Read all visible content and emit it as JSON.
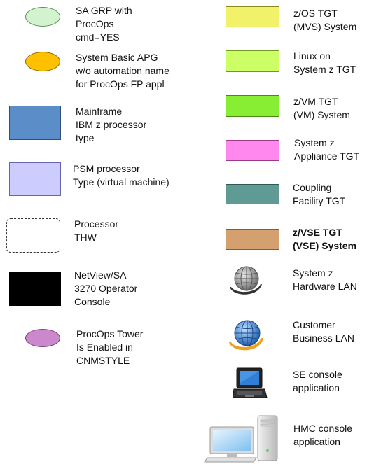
{
  "legend": {
    "left": [
      {
        "label": "SA GRP with\nProcOps\ncmd=YES",
        "shape": "ellipse",
        "fill": "#d3f3cf",
        "stroke": "#5b8e56"
      },
      {
        "label": "System Basic APG\nw/o automation name\nfor ProcOps FP appl",
        "shape": "ellipse",
        "fill": "#ffc000",
        "stroke": "#8a6a00"
      },
      {
        "label": "Mainframe\nIBM z processor\ntype",
        "shape": "rect",
        "fill": "#5b8ec9",
        "stroke": "#2e4f7a"
      },
      {
        "label": "PSM processor\nType (virtual  machine)",
        "shape": "rect",
        "fill": "#ccccff",
        "stroke": "#6666aa"
      },
      {
        "label": "Processor\nTHW",
        "shape": "dashed-rect",
        "fill": "#ffffff",
        "stroke": "#333333"
      },
      {
        "label": "NetView/SA\n3270 Operator\nConsole",
        "shape": "rect",
        "fill": "#000000",
        "stroke": "#000000"
      },
      {
        "label": "ProcOps Tower\nIs Enabled in\nCNMSTYLE",
        "shape": "ellipse",
        "fill": "#cc88cc",
        "stroke": "#7a3f7a"
      }
    ],
    "right": [
      {
        "label": "z/OS TGT\n(MVS) System",
        "shape": "rect",
        "fill": "#f2f26a",
        "stroke": "#8a8a20"
      },
      {
        "label": "Linux on\nSystem z TGT",
        "shape": "rect",
        "fill": "#ccff66",
        "stroke": "#6e9a20"
      },
      {
        "label": "z/VM TGT\n(VM) System",
        "shape": "rect",
        "fill": "#88ee33",
        "stroke": "#4a8a10"
      },
      {
        "label": "System z\nAppliance TGT",
        "shape": "rect",
        "fill": "#ff88ee",
        "stroke": "#9a3a8a"
      },
      {
        "label": "Coupling\nFacility TGT",
        "shape": "rect",
        "fill": "#5f9a94",
        "stroke": "#2e5a55"
      },
      {
        "label": "z/VSE TGT\n(VSE) System",
        "shape": "rect",
        "fill": "#d4a070",
        "stroke": "#8a5a30"
      },
      {
        "label": "System z\nHardware  LAN",
        "shape": "icon",
        "icon": "gray-globe-icon"
      },
      {
        "label": "Customer\nBusiness LAN",
        "shape": "icon",
        "icon": "blue-globe-icon"
      },
      {
        "label": "SE console\napplication",
        "shape": "icon",
        "icon": "laptop-icon"
      },
      {
        "label": "HMC console\napplication",
        "shape": "icon",
        "icon": "desktop-pc-icon"
      }
    ]
  }
}
